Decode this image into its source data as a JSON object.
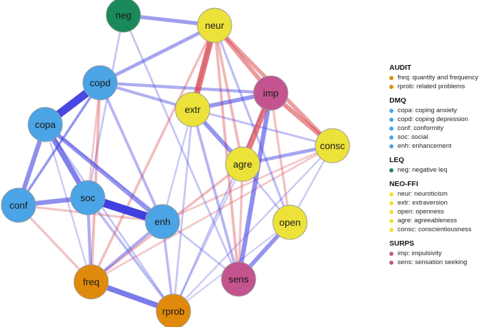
{
  "colors": {
    "AUDIT": "#e08a0b",
    "DMQ": "#4aa4e6",
    "LEQ": "#1a8a5a",
    "NEO-FFI": "#ece23a",
    "SURPS": "#c4548f",
    "positive_edge": "#4040e0",
    "negative_edge": "#d9454a"
  },
  "nodes": [
    {
      "id": "neg",
      "group": "LEQ"
    },
    {
      "id": "neur",
      "group": "NEO-FFI"
    },
    {
      "id": "copd",
      "group": "DMQ"
    },
    {
      "id": "imp",
      "group": "SURPS"
    },
    {
      "id": "extr",
      "group": "NEO-FFI"
    },
    {
      "id": "copa",
      "group": "DMQ"
    },
    {
      "id": "consc",
      "group": "NEO-FFI"
    },
    {
      "id": "agre",
      "group": "NEO-FFI"
    },
    {
      "id": "conf",
      "group": "DMQ"
    },
    {
      "id": "soc",
      "group": "DMQ"
    },
    {
      "id": "enh",
      "group": "DMQ"
    },
    {
      "id": "open",
      "group": "NEO-FFI"
    },
    {
      "id": "sens",
      "group": "SURPS"
    },
    {
      "id": "freq",
      "group": "AUDIT"
    },
    {
      "id": "rprob",
      "group": "AUDIT"
    }
  ],
  "edges": [
    {
      "a": "soc",
      "b": "enh",
      "sign": "pos",
      "w": 1.0
    },
    {
      "a": "copd",
      "b": "copa",
      "sign": "pos",
      "w": 0.95
    },
    {
      "a": "neur",
      "b": "extr",
      "sign": "neg",
      "w": 0.7
    },
    {
      "a": "imp",
      "b": "agre",
      "sign": "neg",
      "w": 0.65
    },
    {
      "a": "copa",
      "b": "soc",
      "sign": "pos",
      "w": 0.6
    },
    {
      "a": "freq",
      "b": "rprob",
      "sign": "pos",
      "w": 0.62
    },
    {
      "a": "imp",
      "b": "sens",
      "sign": "pos",
      "w": 0.5
    },
    {
      "a": "conf",
      "b": "soc",
      "sign": "pos",
      "w": 0.5
    },
    {
      "a": "copa",
      "b": "conf",
      "sign": "pos",
      "w": 0.5
    },
    {
      "a": "neur",
      "b": "imp",
      "sign": "neg",
      "w": 0.45
    },
    {
      "a": "imp",
      "b": "consc",
      "sign": "neg",
      "w": 0.5
    },
    {
      "a": "neur",
      "b": "consc",
      "sign": "neg",
      "w": 0.42
    },
    {
      "a": "extr",
      "b": "agre",
      "sign": "pos",
      "w": 0.45
    },
    {
      "a": "extr",
      "b": "imp",
      "sign": "pos",
      "w": 0.45
    },
    {
      "a": "open",
      "b": "sens",
      "sign": "pos",
      "w": 0.45
    },
    {
      "a": "copa",
      "b": "enh",
      "sign": "pos",
      "w": 0.45
    },
    {
      "a": "neg",
      "b": "neur",
      "sign": "pos",
      "w": 0.4
    },
    {
      "a": "copd",
      "b": "neur",
      "sign": "pos",
      "w": 0.35
    },
    {
      "a": "agre",
      "b": "consc",
      "sign": "pos",
      "w": 0.35
    },
    {
      "a": "copd",
      "b": "imp",
      "sign": "pos",
      "w": 0.3
    },
    {
      "a": "enh",
      "b": "freq",
      "sign": "pos",
      "w": 0.3
    },
    {
      "a": "soc",
      "b": "freq",
      "sign": "pos",
      "w": 0.3
    },
    {
      "a": "copd",
      "b": "extr",
      "sign": "pos",
      "w": 0.28
    },
    {
      "a": "copd",
      "b": "conf",
      "sign": "pos",
      "w": 0.25
    },
    {
      "a": "copd",
      "b": "enh",
      "sign": "pos",
      "w": 0.25
    },
    {
      "a": "neur",
      "b": "sens",
      "sign": "neg",
      "w": 0.25
    },
    {
      "a": "neur",
      "b": "agre",
      "sign": "neg",
      "w": 0.25
    },
    {
      "a": "extr",
      "b": "sens",
      "sign": "pos",
      "w": 0.25
    },
    {
      "a": "copd",
      "b": "freq",
      "sign": "neg",
      "w": 0.25
    },
    {
      "a": "enh",
      "b": "rprob",
      "sign": "pos",
      "w": 0.22
    },
    {
      "a": "soc",
      "b": "rprob",
      "sign": "pos",
      "w": 0.22
    },
    {
      "a": "neur",
      "b": "open",
      "sign": "pos",
      "w": 0.2
    },
    {
      "a": "neur",
      "b": "freq",
      "sign": "neg",
      "w": 0.22
    },
    {
      "a": "imp",
      "b": "open",
      "sign": "neg",
      "w": 0.2
    },
    {
      "a": "agre",
      "b": "freq",
      "sign": "neg",
      "w": 0.22
    },
    {
      "a": "conf",
      "b": "freq",
      "sign": "neg",
      "w": 0.2
    },
    {
      "a": "conf",
      "b": "enh",
      "sign": "neg",
      "w": 0.18
    },
    {
      "a": "extr",
      "b": "consc",
      "sign": "pos",
      "w": 0.18
    },
    {
      "a": "agre",
      "b": "sens",
      "sign": "neg",
      "w": 0.2
    },
    {
      "a": "consc",
      "b": "enh",
      "sign": "neg",
      "w": 0.15
    },
    {
      "a": "neg",
      "b": "sens",
      "sign": "pos",
      "w": 0.15
    },
    {
      "a": "neg",
      "b": "soc",
      "sign": "pos",
      "w": 0.15
    },
    {
      "a": "extr",
      "b": "rprob",
      "sign": "pos",
      "w": 0.15
    },
    {
      "a": "copa",
      "b": "rprob",
      "sign": "pos",
      "w": 0.15
    },
    {
      "a": "agre",
      "b": "open",
      "sign": "pos",
      "w": 0.15
    },
    {
      "a": "copa",
      "b": "sens",
      "sign": "pos",
      "w": 0.15
    },
    {
      "a": "consc",
      "b": "freq",
      "sign": "neg",
      "w": 0.15
    },
    {
      "a": "imp",
      "b": "rprob",
      "sign": "pos",
      "w": 0.15
    },
    {
      "a": "agre",
      "b": "rprob",
      "sign": "pos",
      "w": 0.12
    },
    {
      "a": "consc",
      "b": "rprob",
      "sign": "pos",
      "w": 0.12
    },
    {
      "a": "copd",
      "b": "soc",
      "sign": "neg",
      "w": 0.15
    },
    {
      "a": "conf",
      "b": "copd",
      "sign": "pos",
      "w": 0.12
    },
    {
      "a": "open",
      "b": "rprob",
      "sign": "pos",
      "w": 0.1
    },
    {
      "a": "copa",
      "b": "freq",
      "sign": "pos",
      "w": 0.12
    },
    {
      "a": "consc",
      "b": "open",
      "sign": "pos",
      "w": 0.12
    },
    {
      "a": "neur",
      "b": "enh",
      "sign": "pos",
      "w": 0.12
    }
  ],
  "legend": [
    {
      "title": "AUDIT",
      "group": "AUDIT",
      "items": [
        "freq: quantity and frequency",
        "rprob: related problems"
      ]
    },
    {
      "title": "DMQ",
      "group": "DMQ",
      "items": [
        "copa: coping anxiety",
        "copd: coping depression",
        "conf: conformity",
        "soc: social",
        "enh: enhancement"
      ]
    },
    {
      "title": "LEQ",
      "group": "LEQ",
      "items": [
        "neg: negative leq"
      ]
    },
    {
      "title": "NEO-FFI",
      "group": "NEO-FFI",
      "items": [
        "neur: neuroticism",
        "extr: extraversion",
        "open: openness",
        "agre: agreeableness",
        "consc: conscientiousness"
      ]
    },
    {
      "title": "SURPS",
      "group": "SURPS",
      "items": [
        "imp: impulsivity",
        "sens: sensation seeking"
      ]
    }
  ]
}
